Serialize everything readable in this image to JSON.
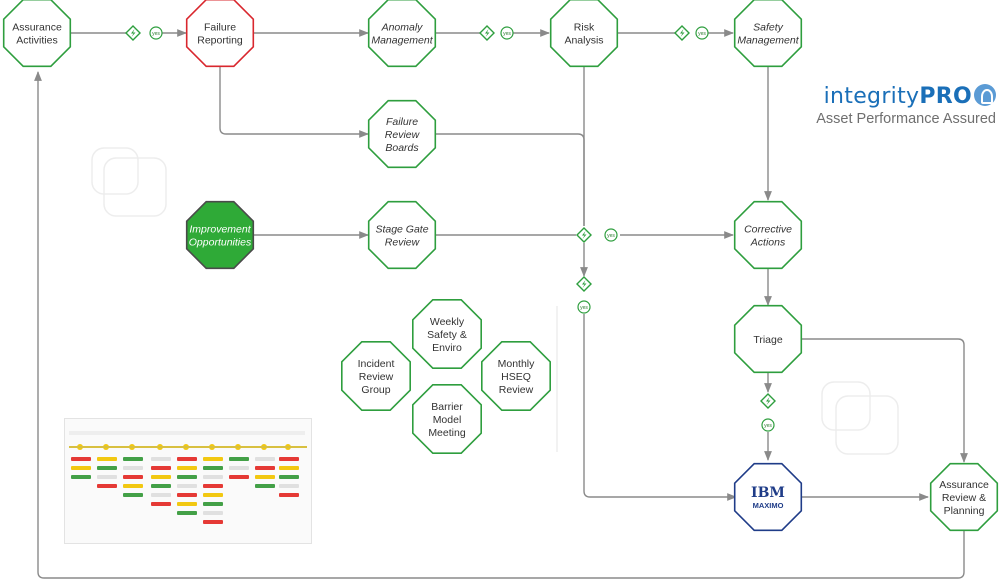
{
  "brand": {
    "name_prefix": "integrity",
    "name_suffix": "PRO",
    "tagline": "Asset Performance Assured"
  },
  "nodes": {
    "assurance_activities": [
      "Assurance",
      "Activities"
    ],
    "failure_reporting": [
      "Failure",
      "Reporting"
    ],
    "anomaly_management": [
      "Anomaly",
      "Management"
    ],
    "risk_analysis": [
      "Risk",
      "Analysis"
    ],
    "safety_management": [
      "Safety",
      "Management"
    ],
    "failure_review_boards": [
      "Failure",
      "Review",
      "Boards"
    ],
    "improvement_opportunities": [
      "Improvement",
      "Opportunities"
    ],
    "stage_gate_review": [
      "Stage Gate",
      "Review"
    ],
    "corrective_actions": [
      "Corrective",
      "Actions"
    ],
    "triage": [
      "Triage"
    ],
    "incident_review_group": [
      "Incident",
      "Review",
      "Group"
    ],
    "weekly_safety_enviro": [
      "Weekly",
      "Safety &",
      "Enviro"
    ],
    "monthly_hseq_review": [
      "Monthly",
      "HSEQ",
      "Review"
    ],
    "barrier_model_meeting": [
      "Barrier",
      "Model",
      "Meeting"
    ],
    "assurance_review_planning": [
      "Assurance",
      "Review &",
      "Planning"
    ],
    "maximo": {
      "line1": "IBM",
      "line2": "MAXIMO"
    }
  },
  "gateway": {
    "label": "yes"
  },
  "colors": {
    "green": "#2e9e3e",
    "red": "#d9272e",
    "navy": "#1f3c88",
    "edge": "#8a8a8a",
    "fill_green": "#2faa37"
  }
}
